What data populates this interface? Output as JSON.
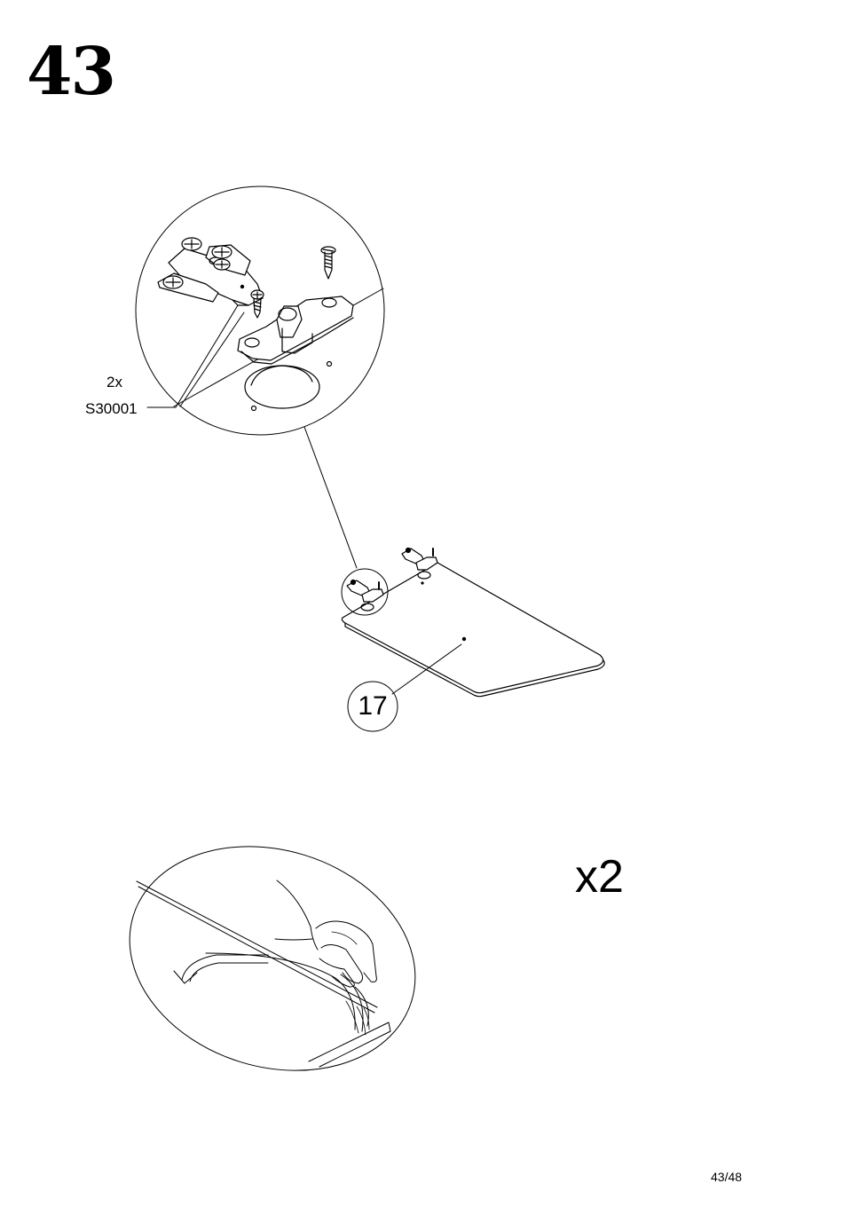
{
  "step": {
    "number": "43"
  },
  "detail": {
    "quantity": "2x",
    "part_code": "S30001"
  },
  "panel": {
    "part_number": "17"
  },
  "repeat": {
    "count": "x2"
  },
  "footer": {
    "page": "43/48"
  },
  "icons": {
    "detail_callout": "zoom-circle-icon",
    "hinge": "cabinet-hinge-icon",
    "screw": "screw-icon",
    "door_panel": "door-panel-icon",
    "peel_film": "hand-peel-film-icon",
    "arrow": "curved-arrow-icon"
  }
}
